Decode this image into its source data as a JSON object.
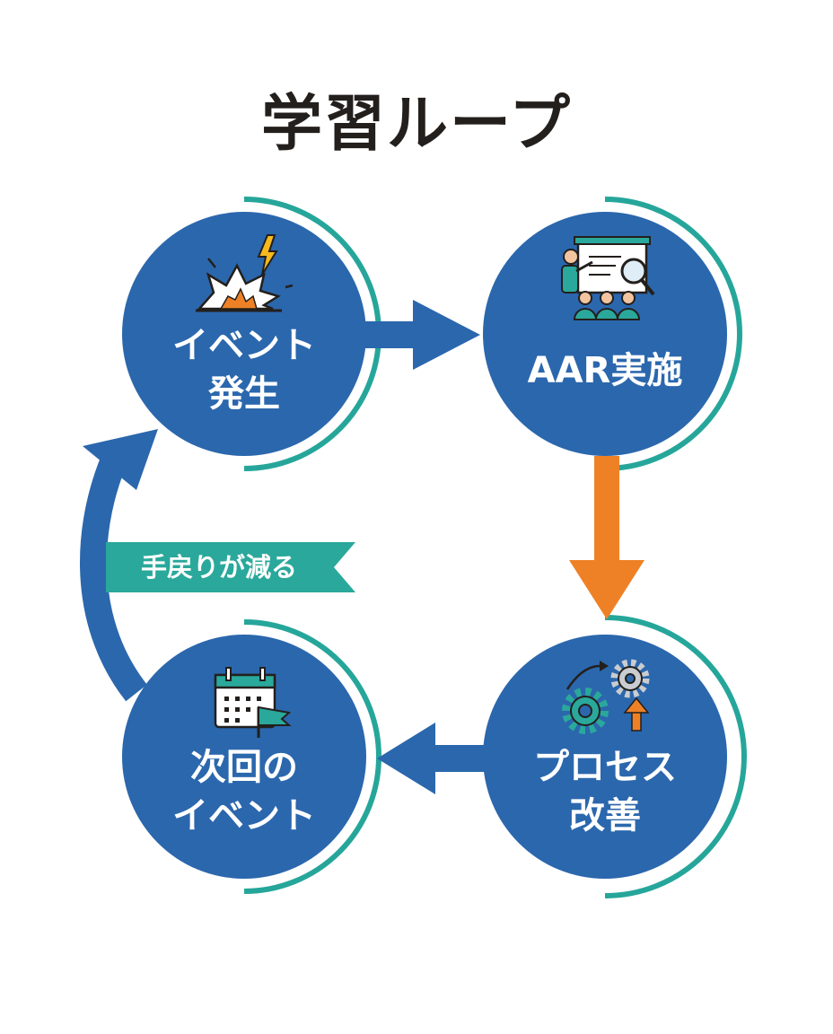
{
  "title": "学習ループ",
  "nodes": [
    {
      "id": "event",
      "line1": "イベント",
      "line2": "発生",
      "icon": "explosion-icon"
    },
    {
      "id": "aar",
      "line1": "AAR実施",
      "line2": "",
      "icon": "presentation-analysis-icon"
    },
    {
      "id": "process",
      "line1": "プロセス",
      "line2": "改善",
      "icon": "gears-improvement-icon"
    },
    {
      "id": "next",
      "line1": "次回の",
      "line2": "イベント",
      "icon": "calendar-flag-icon"
    }
  ],
  "banner": {
    "text": "手戻りが減る"
  },
  "colors": {
    "node_blue": "#2b67ad",
    "arc_teal": "#26a69a",
    "arrow_blue": "#2b67ad",
    "arrow_orange": "#ee8126",
    "banner_teal": "#2aa89b",
    "title": "#231f1c"
  }
}
